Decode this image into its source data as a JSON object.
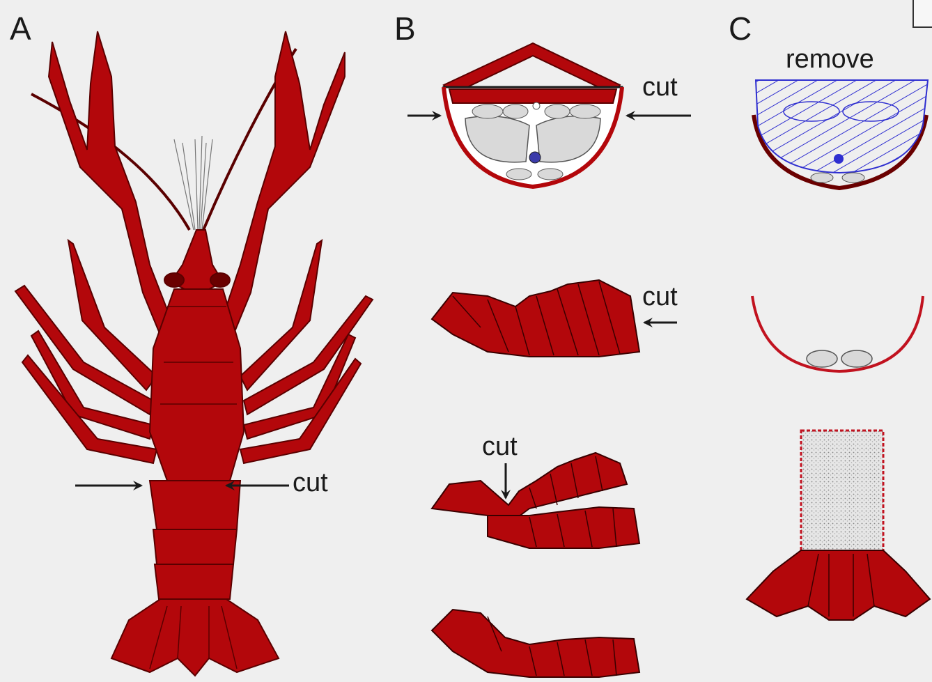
{
  "panels": {
    "a": "A",
    "b": "B",
    "c": "C"
  },
  "labels": {
    "cut_a": "cut",
    "cut_b1": "cut",
    "cut_b2": "cut",
    "cut_b3": "cut",
    "remove": "remove"
  },
  "colors": {
    "shell": "#b3070b",
    "shell_dark": "#6a0000",
    "tissue": "#d9d9d9",
    "hatch": "#2f2fd0",
    "ink": "#1a1a1a"
  }
}
